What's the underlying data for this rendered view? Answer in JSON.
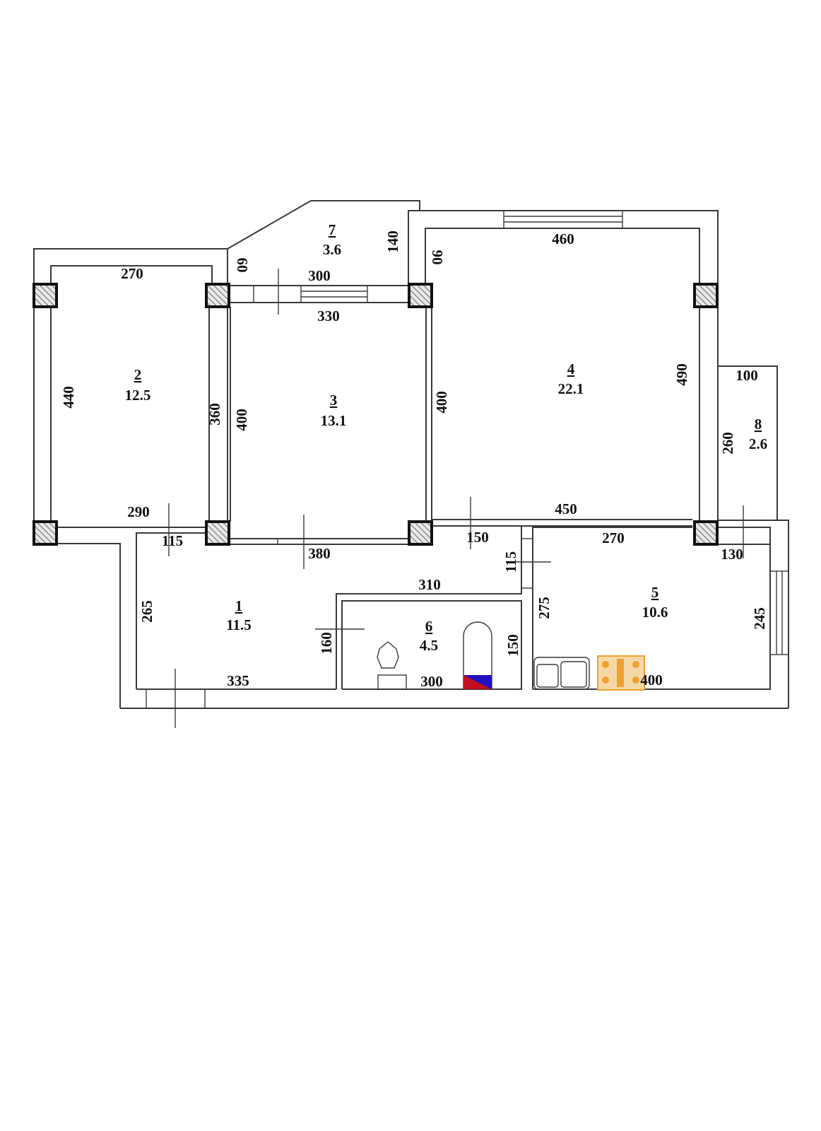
{
  "plan": {
    "rooms": [
      {
        "number": "1",
        "area": "11.5"
      },
      {
        "number": "2",
        "area": "12.5"
      },
      {
        "number": "3",
        "area": "13.1"
      },
      {
        "number": "4",
        "area": "22.1"
      },
      {
        "number": "5",
        "area": "10.6"
      },
      {
        "number": "6",
        "area": "4.5"
      },
      {
        "number": "7",
        "area": "3.6"
      },
      {
        "number": "8",
        "area": "2.6"
      }
    ],
    "dimensions": {
      "r2_top": "270",
      "r2_left": "440",
      "r2_right": "360",
      "r2_bottom": "290",
      "r7_left": "60",
      "r7_right": "140",
      "r7_window": "300",
      "r3_top": "330",
      "r3_left": "400",
      "r3_right": "400",
      "r3_bottom": "380",
      "r4_top": "460",
      "r4_left": "90",
      "r4_right": "490",
      "r4_bottom": "450",
      "r8_top": "100",
      "r8_left": "260",
      "hall_door": "115",
      "r1_left": "265",
      "r1_bottom": "335",
      "corr_door": "150",
      "corr_side": "115",
      "r6_top": "310",
      "r6_left": "160",
      "r6_right": "150",
      "r6_bottom": "300",
      "r5_top": "270",
      "r5_right_top": "130",
      "r5_left": "275",
      "r5_right": "245",
      "r5_bottom": "400"
    },
    "colors": {
      "wall": "#3a3a3a",
      "column_hatch": "#777777",
      "stove": "#f0a030",
      "boiler_red": "#c01020",
      "boiler_blue": "#2010c0"
    }
  }
}
